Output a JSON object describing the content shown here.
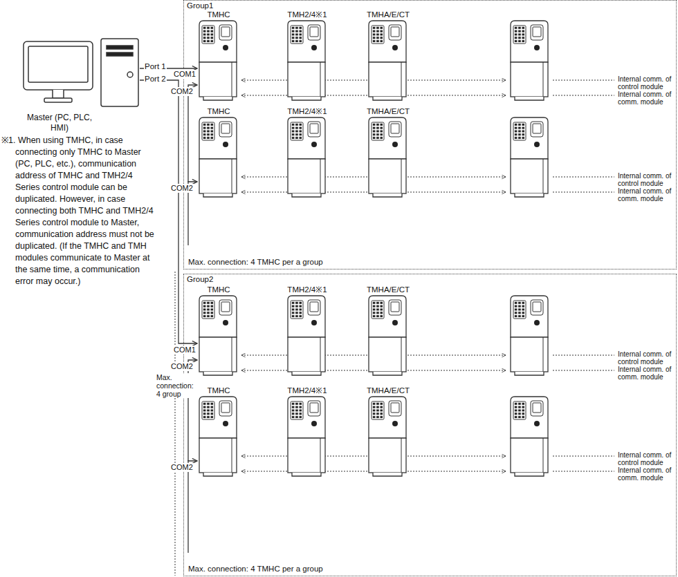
{
  "diagram": {
    "nodes": [
      {
        "text": [
          "Master (PC, PLC, HMI)"
        ]
      },
      {
        "text": [
          "Group1",
          "Max. connection: 4 TMHC per a group"
        ]
      },
      {
        "text": [
          "TMHC"
        ],
        "in": 1
      },
      {
        "text": [
          "TMH2/4※1"
        ],
        "in": 1
      },
      {
        "text": [
          "TMHA/E/CT"
        ],
        "in": 1
      },
      {
        "text": [
          "TMHC"
        ],
        "in": 1
      },
      {
        "text": [
          "TMH2/4※1"
        ],
        "in": 1
      },
      {
        "text": [
          "TMHA/E/CT"
        ],
        "in": 1
      },
      {
        "text": [
          "Group2",
          "Max. connection: 4 TMHC per a group"
        ]
      },
      {
        "text": [
          "TMHC"
        ],
        "in": 8
      },
      {
        "text": [
          "TMH2/4※1"
        ],
        "in": 8
      },
      {
        "text": [
          "TMHA/E/CT"
        ],
        "in": 8
      },
      {
        "text": [
          "TMHC"
        ],
        "in": 8
      },
      {
        "text": [
          "TMH2/4※1"
        ],
        "in": 8
      },
      {
        "text": [
          "TMHA/E/CT"
        ],
        "in": 8
      }
    ],
    "edges": [
      {
        "from": 0,
        "to": 2,
        "arrow": "to",
        "label": "Port 1"
      },
      {
        "from": 0,
        "to": 9,
        "arrow": "to",
        "label": "Port 2"
      },
      {
        "from": 2,
        "to": 5,
        "arrow": "both"
      },
      {
        "from": 9,
        "to": 12,
        "arrow": "both"
      }
    ],
    "labels": [
      "COM1",
      "COM2",
      "Internal comm. of control module",
      "Internal comm. of comm. module",
      "COM2",
      "Internal comm. of control module",
      "Internal comm. of comm. module",
      "※1. When using TMHC, in case connecting only TMHC to Master (PC, PLC, etc.), communication address of TMHC and TMH2/4 Series control module can be duplicated. However, in case connecting both TMHC and TMH2/4 Series control module to Master, communication address must not be duplicated. (If the TMHC and TMH modules communicate to Master at the same time, a communication error may occur.)",
      "Max. connection: 4 group",
      "COM1",
      "COM2",
      "Internal comm. of control module",
      "Internal comm. of comm. module",
      "COM2",
      "Internal comm. of control module",
      "Internal comm. of comm. module"
    ]
  }
}
